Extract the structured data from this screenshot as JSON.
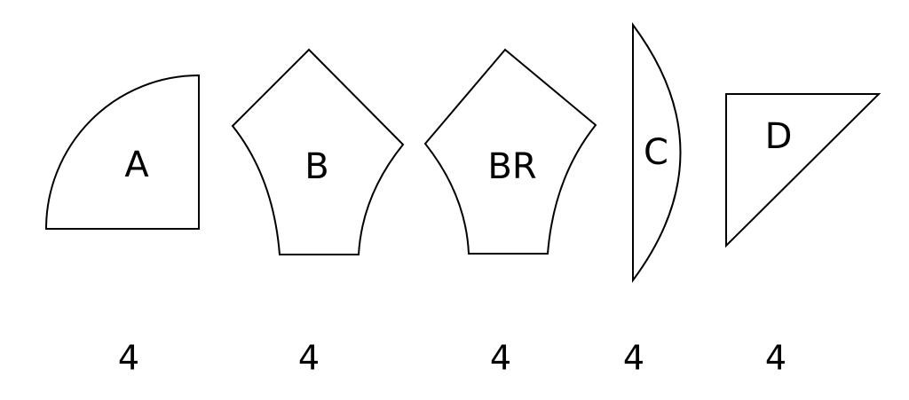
{
  "pieces": [
    {
      "label": "A",
      "count": "4"
    },
    {
      "label": "B",
      "count": "4"
    },
    {
      "label": "BR",
      "count": "4"
    },
    {
      "label": "C",
      "count": "4"
    },
    {
      "label": "D",
      "count": "4"
    }
  ],
  "colors": {
    "stroke": "#000000",
    "fill": "#ffffff",
    "text": "#000000"
  }
}
